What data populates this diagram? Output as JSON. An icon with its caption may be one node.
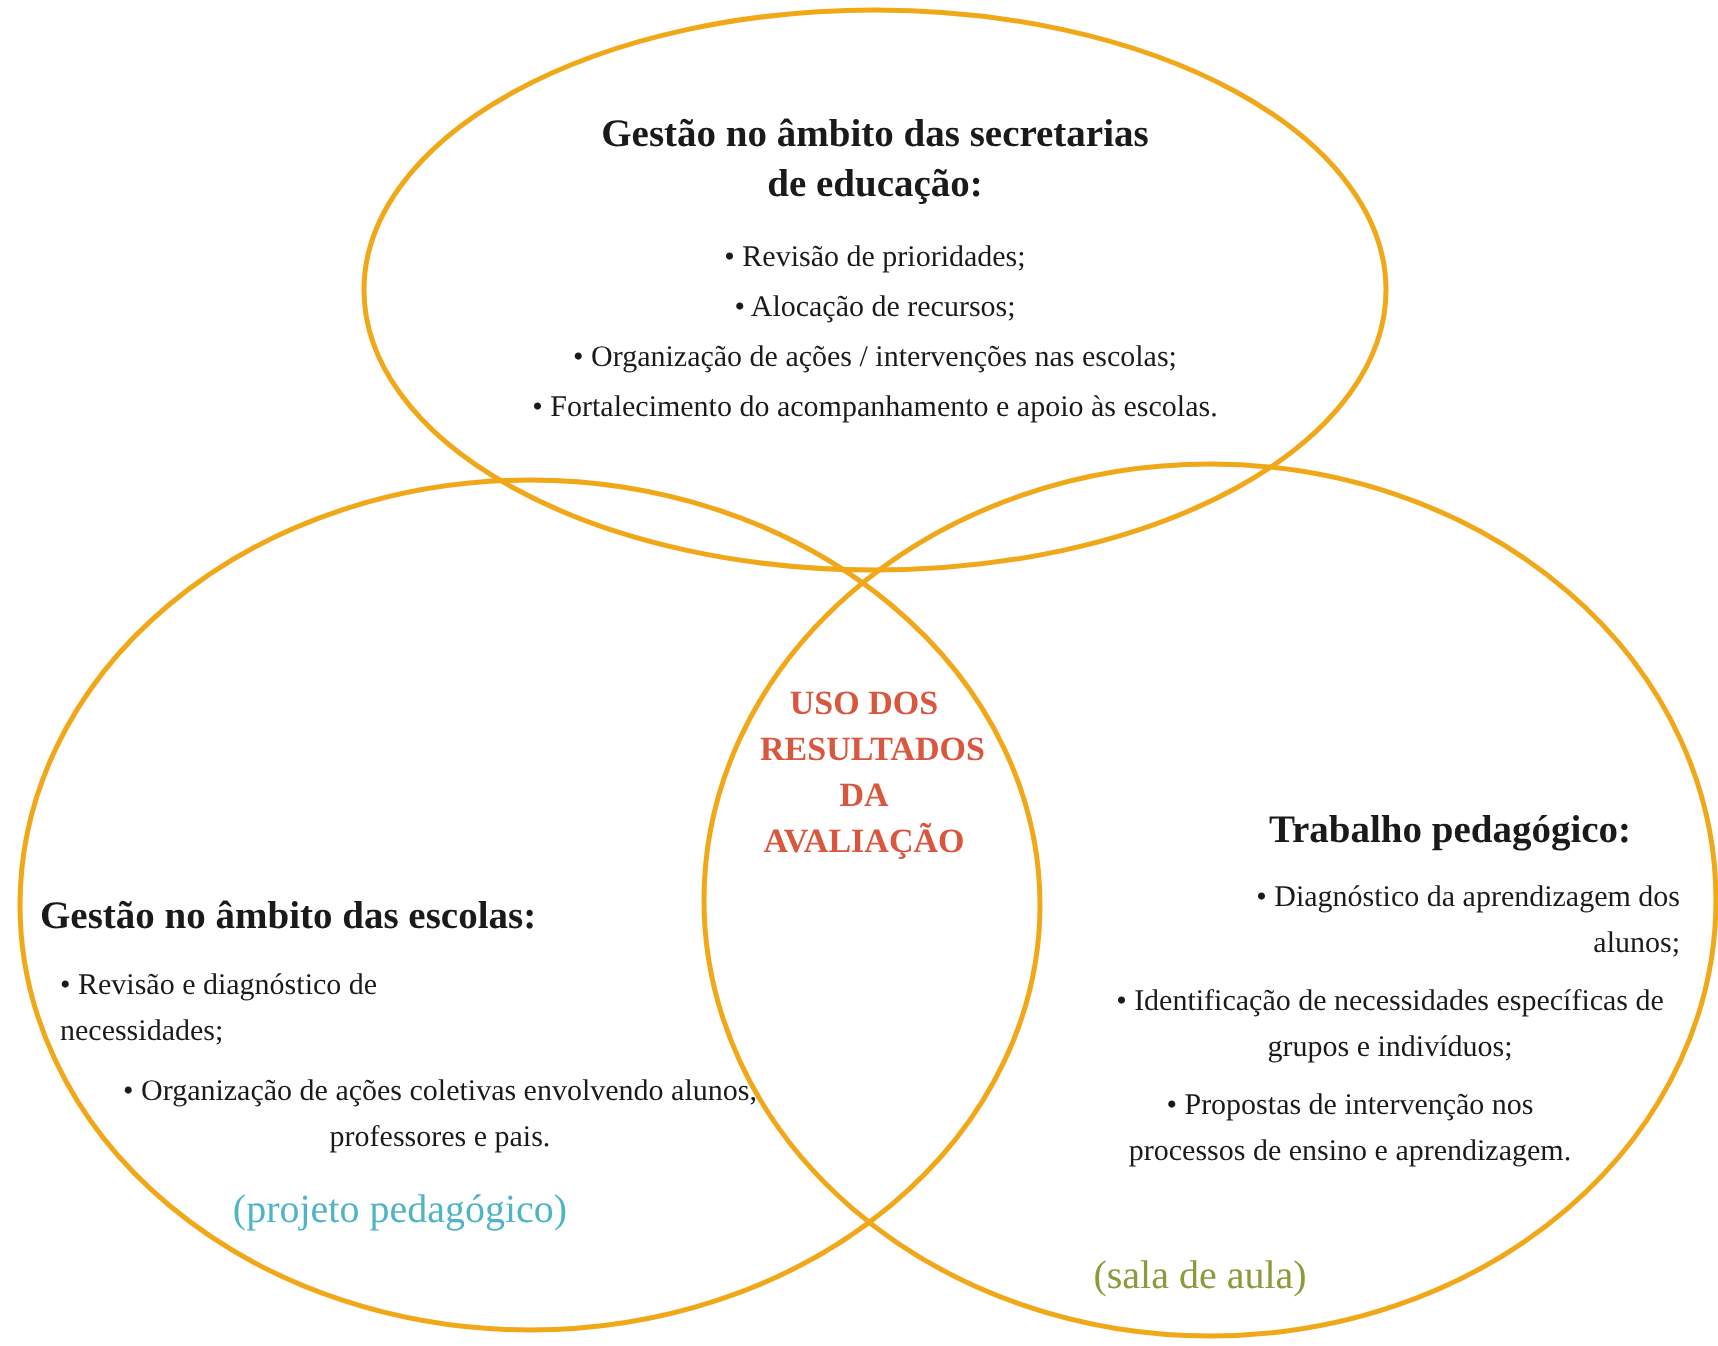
{
  "diagram": {
    "nodes": [
      {
        "text": [
          "Gestão no âmbito das secretarias de educação:",
          "• Revisão de prioridades;",
          "• Alocação de recursos;",
          "• Organização de ações / intervenções nas escolas;",
          "• Fortalecimento do acompanhamento e apoio às escolas."
        ]
      },
      {
        "text": [
          "Gestão no âmbito das escolas:",
          "• Revisão e diagnóstico de necessidades;",
          "• Organização de ações coletivas envolvendo alunos, professores e pais.",
          "(projeto pedagógico)"
        ]
      },
      {
        "text": [
          "Trabalho pedagógico:",
          "• Diagnóstico da aprendizagem dos alunos;",
          "• Identificação de necessidades específicas de grupos e indivíduos;",
          "• Propostas de intervenção nos processos de ensino e aprendizagem.",
          "(sala de aula)"
        ]
      },
      {
        "text": [
          "USO DOS RESULTADOS DA AVALIAÇÃO"
        ]
      }
    ],
    "edges": []
  }
}
